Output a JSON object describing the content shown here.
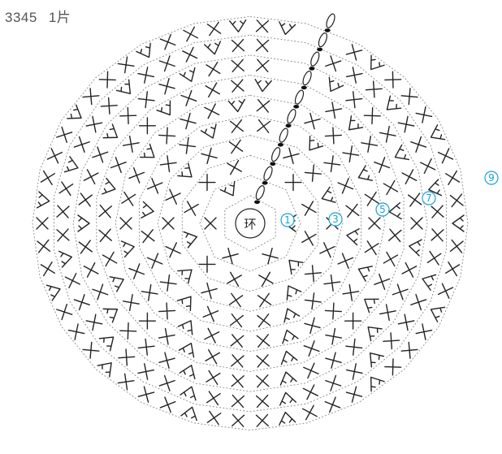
{
  "header": {
    "code": "3345",
    "count": "1片"
  },
  "diagram": {
    "center_label": "环",
    "round_labels": [
      "1",
      "3",
      "5",
      "7",
      "9"
    ],
    "colors": {
      "stitch": "#222222",
      "guide_line": "#8a8a8a",
      "round_label": "#1aa0d8"
    },
    "symbols": [
      "single-crochet-x",
      "increase-v",
      "chain-oval",
      "slip-stitch-dot"
    ]
  }
}
